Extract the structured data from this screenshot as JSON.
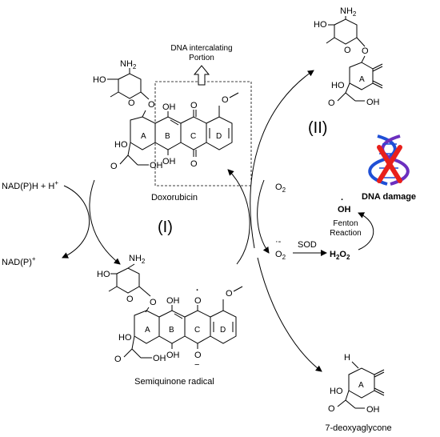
{
  "labels": {
    "dna_intercalating_line1": "DNA intercalating",
    "dna_intercalating_line2": "Portion",
    "doxorubicin": "Doxorubicin",
    "semiquinone": "Semiquinone radical",
    "deoxyaglycone": "7-deoxyaglycone",
    "nadph": "NAD(P)H + H",
    "nadp": "NAD(P)",
    "superscript_plus": "+",
    "pathway_1": "(I)",
    "pathway_2": "(II)",
    "o2": "O",
    "subscript_2": "2",
    "radical_dot_minus": "·-",
    "sod": "SOD",
    "h2o2_h": "H",
    "h2o2_o": "O",
    "fenton_line1": "Fenton",
    "fenton_line2": "Reaction",
    "hydroxyl": "OH",
    "dot": "·",
    "dna_damage": "DNA damage"
  },
  "atoms": {
    "oh": "OH",
    "ho": "HO",
    "nh2_n": "NH",
    "o": "O",
    "o_minus": "O",
    "minus": "−",
    "h": "H",
    "ring_a": "A",
    "ring_b": "B",
    "ring_c": "C",
    "ring_d": "D"
  },
  "colors": {
    "dna_strand_1": "#1f4fd6",
    "dna_strand_2": "#6b2fbf",
    "cross": "#e8201c"
  }
}
